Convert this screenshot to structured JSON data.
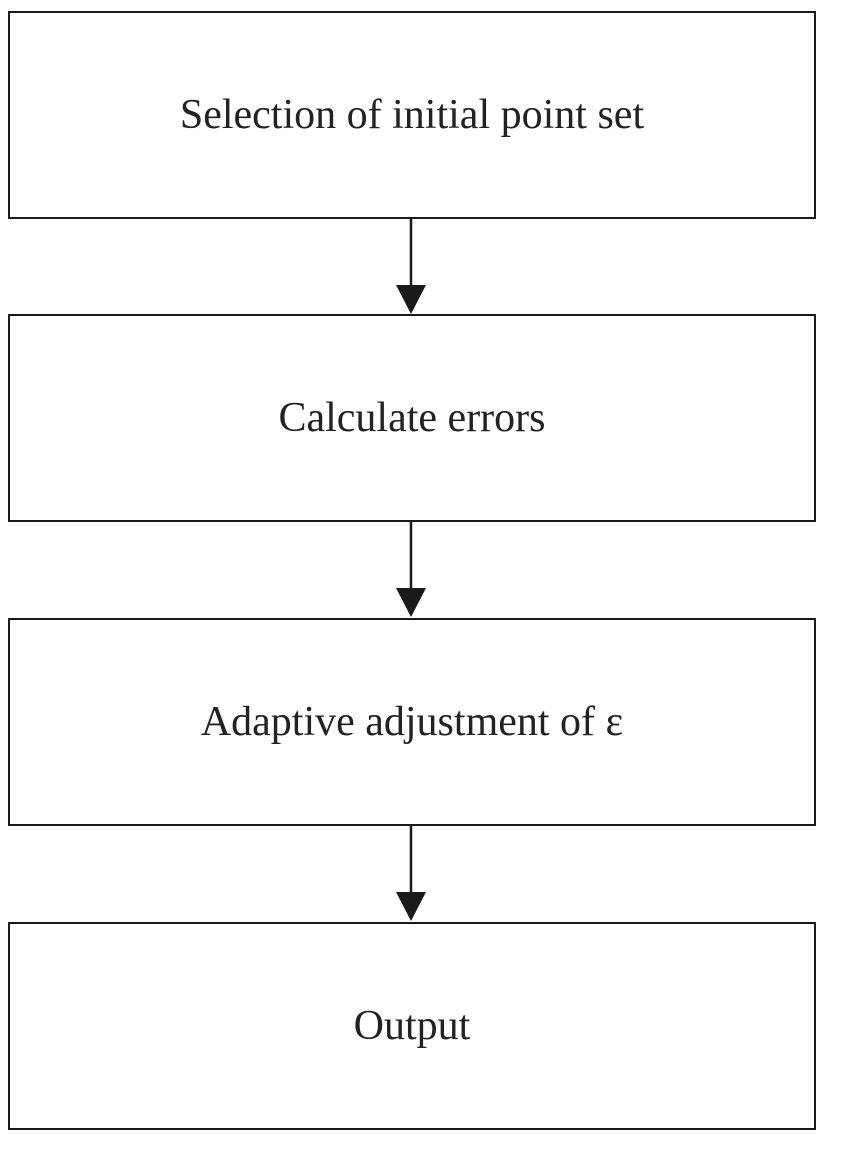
{
  "diagram": {
    "steps": [
      {
        "label": "Selection of initial point set"
      },
      {
        "label": "Calculate errors"
      },
      {
        "label": "Adaptive adjustment of ε"
      },
      {
        "label": "Output"
      }
    ],
    "colors": {
      "stroke": "#1a1a1a",
      "text": "#222222",
      "background": "#ffffff"
    }
  }
}
